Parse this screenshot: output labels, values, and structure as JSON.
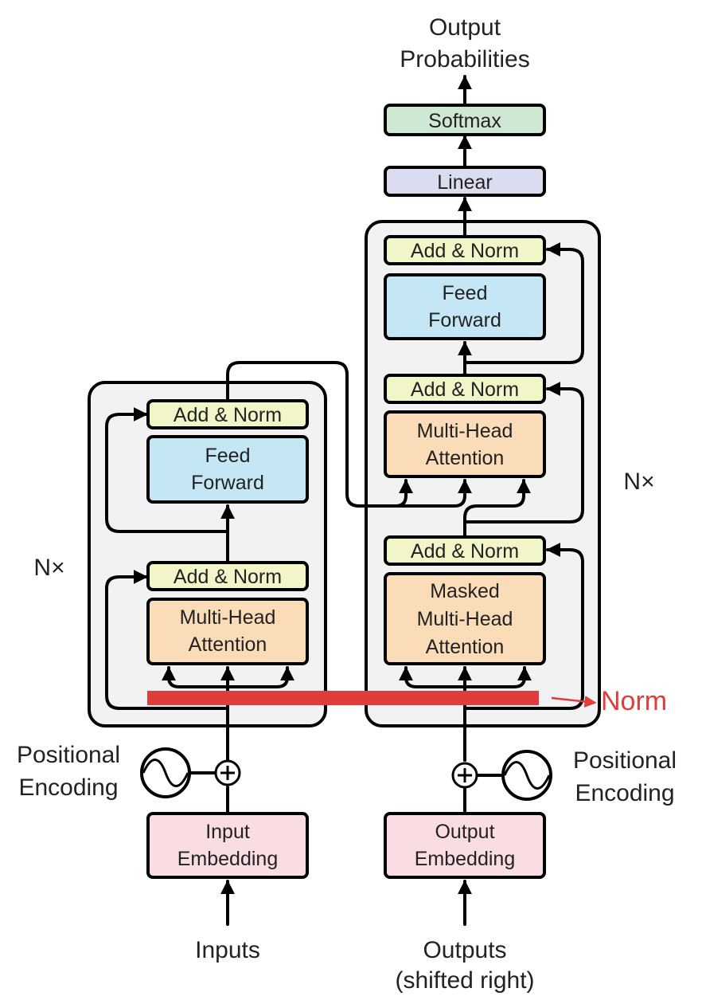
{
  "title": {
    "line1": "Output",
    "line2": "Probabilities"
  },
  "decoder": {
    "softmax": "Softmax",
    "linear": "Linear",
    "add_norm_top": "Add & Norm",
    "feed_forward": {
      "line1": "Feed",
      "line2": "Forward"
    },
    "add_norm_mid": "Add & Norm",
    "cross_attention": {
      "line1": "Multi-Head",
      "line2": "Attention"
    },
    "add_norm_bottom": "Add & Norm",
    "masked_attention": {
      "line1": "Masked",
      "line2": "Multi-Head",
      "line3": "Attention"
    },
    "repeat_label": "N×",
    "positional_encoding": {
      "line1": "Positional",
      "line2": "Encoding"
    },
    "embedding": {
      "line1": "Output",
      "line2": "Embedding"
    },
    "input_label": {
      "line1": "Outputs",
      "line2": "(shifted right)"
    }
  },
  "encoder": {
    "add_norm_top": "Add & Norm",
    "feed_forward": {
      "line1": "Feed",
      "line2": "Forward"
    },
    "add_norm_bottom": "Add & Norm",
    "attention": {
      "line1": "Multi-Head",
      "line2": "Attention"
    },
    "repeat_label": "N×",
    "positional_encoding": {
      "line1": "Positional",
      "line2": "Encoding"
    },
    "embedding": {
      "line1": "Input",
      "line2": "Embedding"
    },
    "input_label": "Inputs"
  },
  "annotation": {
    "label": "Norm",
    "color": "#e03c3c"
  },
  "colors": {
    "softmax": "#cfe8d4",
    "linear": "#dcdcf0",
    "add_norm": "#f2f5c8",
    "feed_forward": "#c5e6f5",
    "attention": "#fbdcb8",
    "embedding": "#f9dde2",
    "stack_background": "#f2f2f2"
  }
}
